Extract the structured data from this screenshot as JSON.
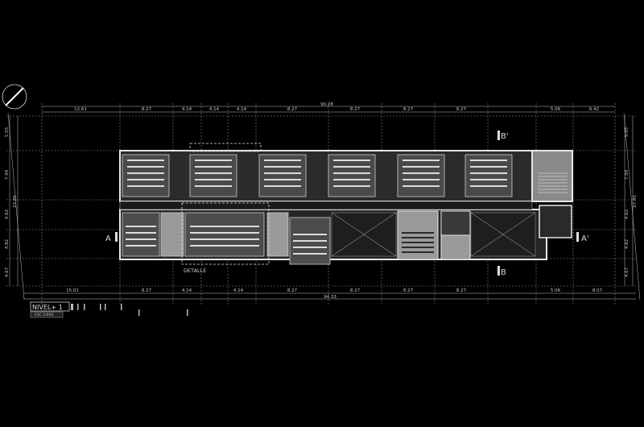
{
  "dims_top": {
    "total": "90.28",
    "segments": [
      "12.61",
      "8.27",
      "4.14",
      "4.14",
      "4.14",
      "8.27",
      "8.27",
      "8.27",
      "8.27",
      "5.06",
      "6.42"
    ]
  },
  "dims_bottom": {
    "total": "94.33",
    "segments": [
      "15.01",
      "8.27",
      "4.14",
      "4.14",
      "8.27",
      "8.27",
      "8.27",
      "8.27",
      "5.06",
      "8.07"
    ]
  },
  "dims_left": {
    "total": "27.45",
    "segments": [
      "5.55",
      "7.99",
      "4.62",
      "4.82",
      "4.67"
    ]
  },
  "dims_right": {
    "total": "27.45",
    "segments": [
      "5.55",
      "7.99",
      "4.62",
      "4.82",
      "4.67"
    ]
  },
  "sections": {
    "a_left": "A",
    "a_right": "A'",
    "b_top": "B'",
    "b_bottom": "B"
  },
  "detail_label": "DETALLE",
  "title": {
    "level": "NIVEL+ 1",
    "scale": "ESC 1/000"
  },
  "colors": {
    "background": "#000000",
    "wall": "#e6e6e6",
    "fill_dark": "#3a3a3a",
    "fill_light": "#9a9a9a"
  },
  "icons": {
    "north": "north-arrow-icon"
  }
}
